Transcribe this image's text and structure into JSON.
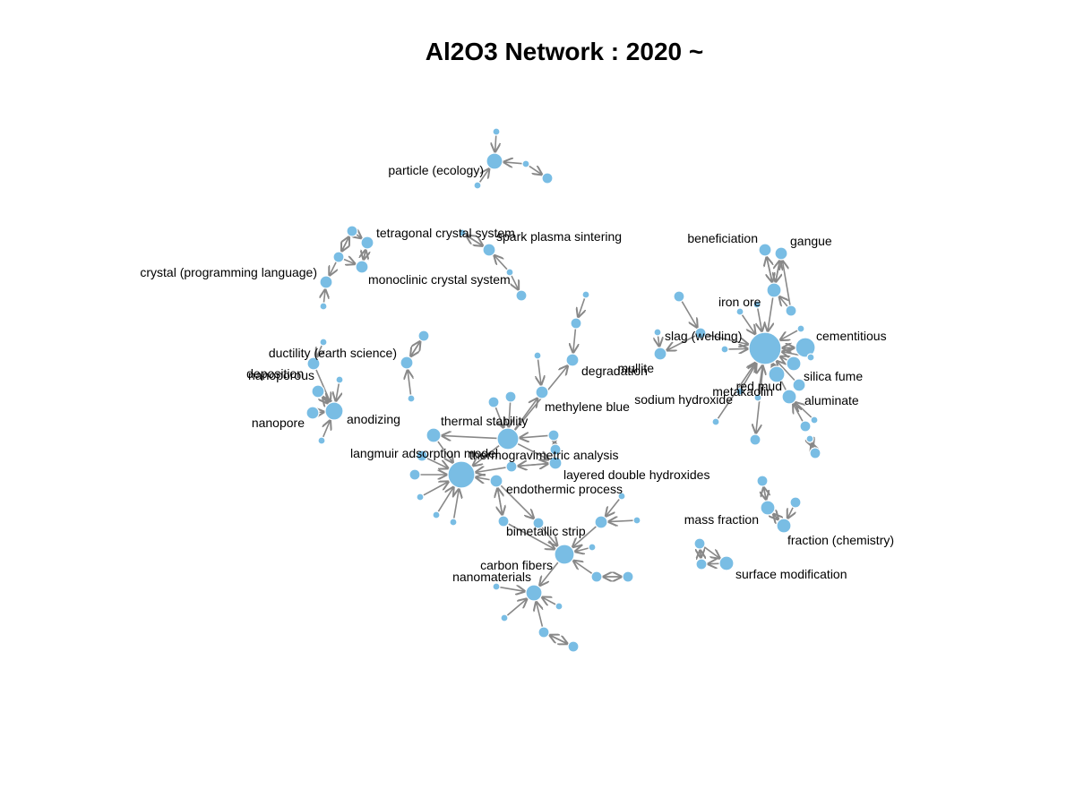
{
  "title": "Al2O3 Network : 2020 ~",
  "colors": {
    "node": "#79bde4",
    "edge": "#888888",
    "background": "#ffffff"
  },
  "labels": {
    "particle": "particle (ecology)",
    "tetragonal": "tetragonal crystal system",
    "sps": "spark plasma sintering",
    "crystal_lang": "crystal (programming language)",
    "monoclinic": "monoclinic crystal system",
    "ductility": "ductility (earth science)",
    "deposition": "deposition",
    "nanoporous": "nanoporous",
    "nanopore": "nanopore",
    "anodizing": "anodizing",
    "thermal_stability": "thermal stability",
    "langmuir": "langmuir adsorption model",
    "tga": "thermogravimetric analysis",
    "methylene_blue": "methylene blue",
    "degradation": "degradation",
    "ldh": "layered double hydroxides",
    "endothermic": "endothermic process",
    "bimetallic": "bimetallic strip",
    "carbon_fibers": "carbon fibers",
    "nanomaterials": "nanomaterials",
    "beneficiation": "beneficiation",
    "gangue": "gangue",
    "iron_ore": "iron ore",
    "slag": "slag (welding)",
    "cementitious": "cementitious",
    "mullite": "mullite",
    "silica_fume": "silica fume",
    "red_mud": "red mud",
    "metakaolin": "metakaolin",
    "sodium_hydroxide": "sodium hydroxide",
    "aluminate": "aluminate",
    "mass_fraction": "mass fraction",
    "fraction_chem": "fraction (chemistry)",
    "surface_mod": "surface modification"
  }
}
